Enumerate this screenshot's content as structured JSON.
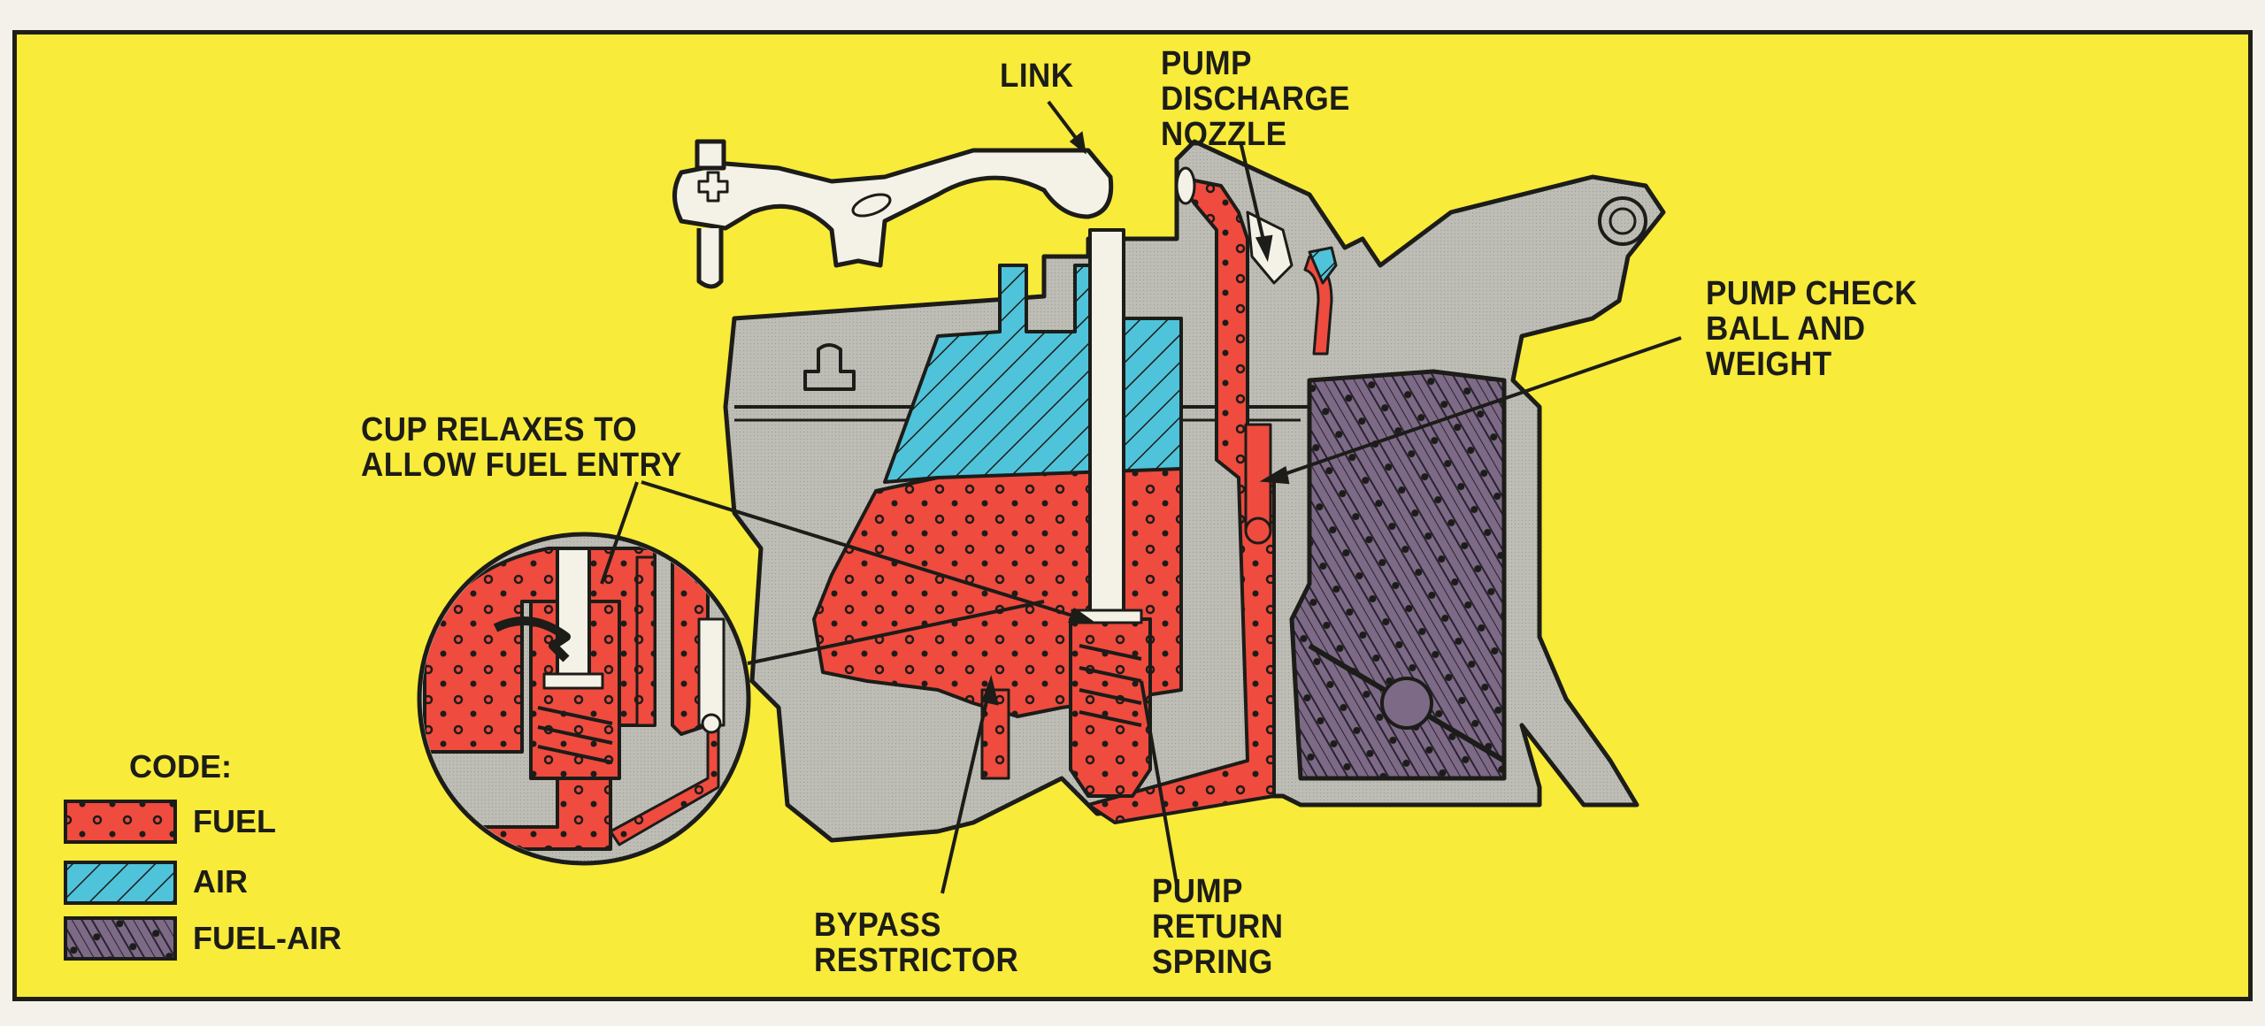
{
  "diagram": {
    "title": "Accelerator pump circuit cutaway",
    "labels": {
      "link": "LINK",
      "pump_discharge_nozzle": "PUMP\nDISCHARGE\nNOZZLE",
      "pump_check_ball": "PUMP CHECK\nBALL AND\nWEIGHT",
      "cup_relaxes": "CUP RELAXES TO\nALLOW FUEL ENTRY",
      "bypass_restrictor": "BYPASS\nRESTRICTOR",
      "pump_return_spring": "PUMP\nRETURN\nSPRING"
    },
    "legend": {
      "title": "CODE:",
      "items": [
        {
          "label": "FUEL",
          "color": "#ef4b3f",
          "pattern": "dots"
        },
        {
          "label": "AIR",
          "color": "#4fc3d9",
          "pattern": "hatch"
        },
        {
          "label": "FUEL-AIR",
          "color": "#7d6a86",
          "pattern": "hatch-dots"
        }
      ]
    },
    "colors": {
      "background": "#f8eb3a",
      "body_gray": "#b9b8b1",
      "outline": "#1c1c18",
      "link_white": "#f4f1e6"
    }
  }
}
